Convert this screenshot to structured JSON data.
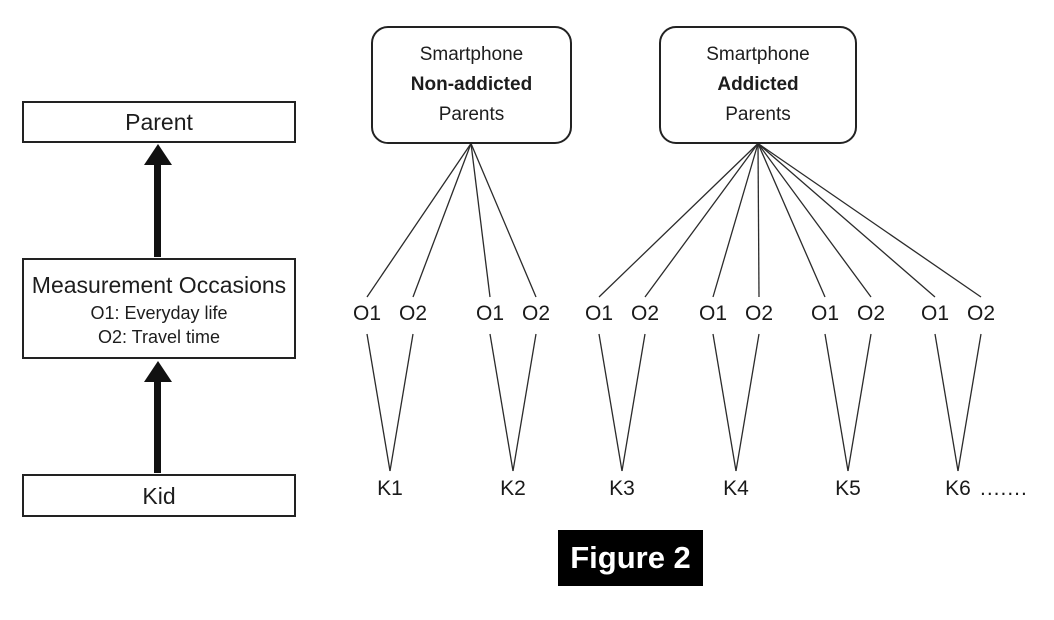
{
  "caption": "Figure 2",
  "left_flow": {
    "parent_label": "Parent",
    "occasions_title": "Measurement Occasions",
    "occasion_line1": "O1: Everyday life",
    "occasion_line2": "O2: Travel time",
    "kid_label": "Kid"
  },
  "groups": [
    {
      "line1": "Smartphone",
      "line2": "Non-addicted",
      "line3": "Parents",
      "kids": [
        {
          "name": "K1",
          "occasions": [
            "O1",
            "O2"
          ]
        },
        {
          "name": "K2",
          "occasions": [
            "O1",
            "O2"
          ]
        }
      ]
    },
    {
      "line1": "Smartphone",
      "line2": "Addicted",
      "line3": "Parents",
      "kids": [
        {
          "name": "K3",
          "occasions": [
            "O1",
            "O2"
          ]
        },
        {
          "name": "K4",
          "occasions": [
            "O1",
            "O2"
          ]
        },
        {
          "name": "K5",
          "occasions": [
            "O1",
            "O2"
          ]
        },
        {
          "name": "K6",
          "occasions": [
            "O1",
            "O2"
          ]
        }
      ],
      "trailing_dots": "......."
    }
  ],
  "colors": {
    "line": "#2b2b2b",
    "border": "#222222",
    "caption_bg": "#000000",
    "caption_fg": "#ffffff"
  }
}
